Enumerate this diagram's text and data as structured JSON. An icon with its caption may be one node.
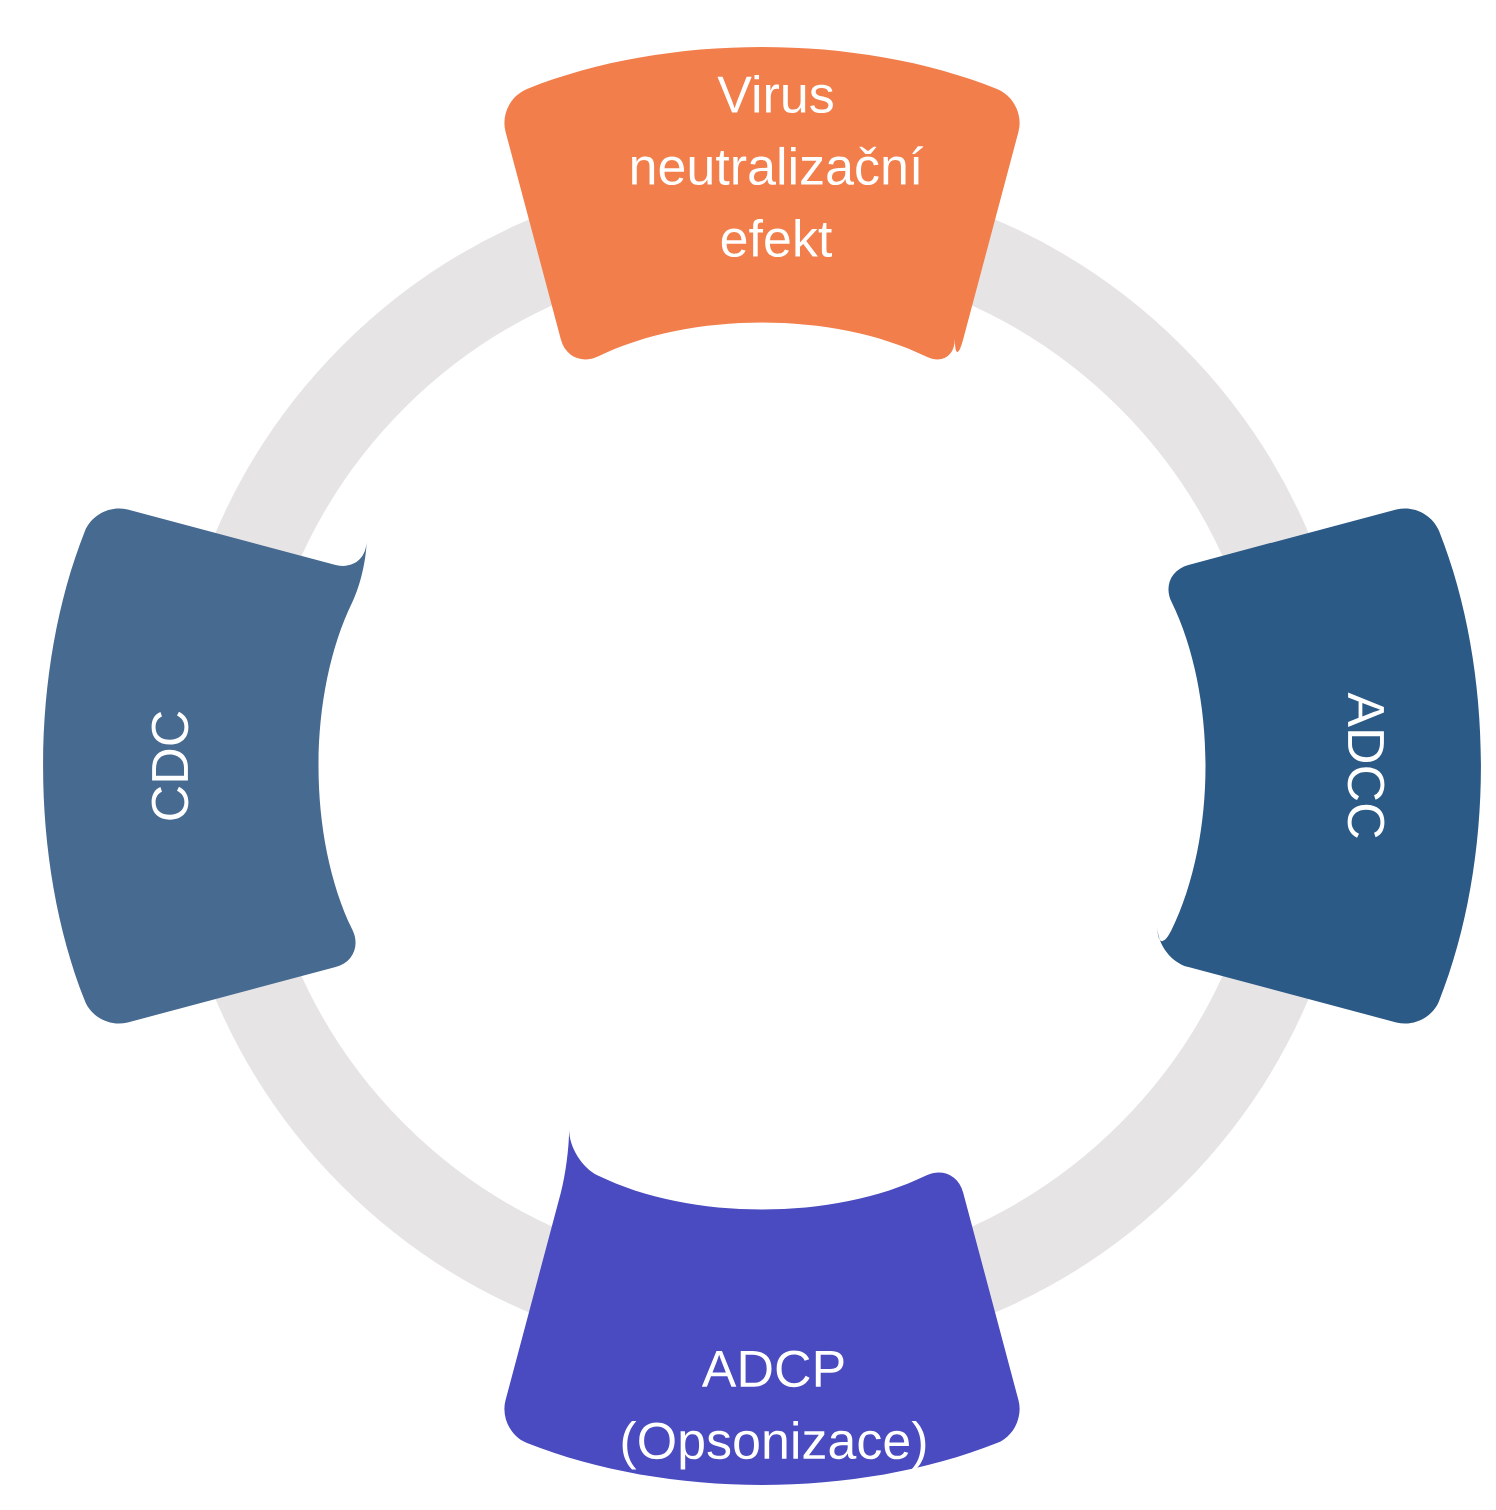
{
  "diagram": {
    "nodes": [
      {
        "text": [
          "Virus neutralizační efekt"
        ]
      },
      {
        "text": [
          "CDC"
        ]
      },
      {
        "text": [
          "ADCC"
        ]
      },
      {
        "text": [
          "ADCP (Opsonizace)"
        ]
      }
    ]
  }
}
